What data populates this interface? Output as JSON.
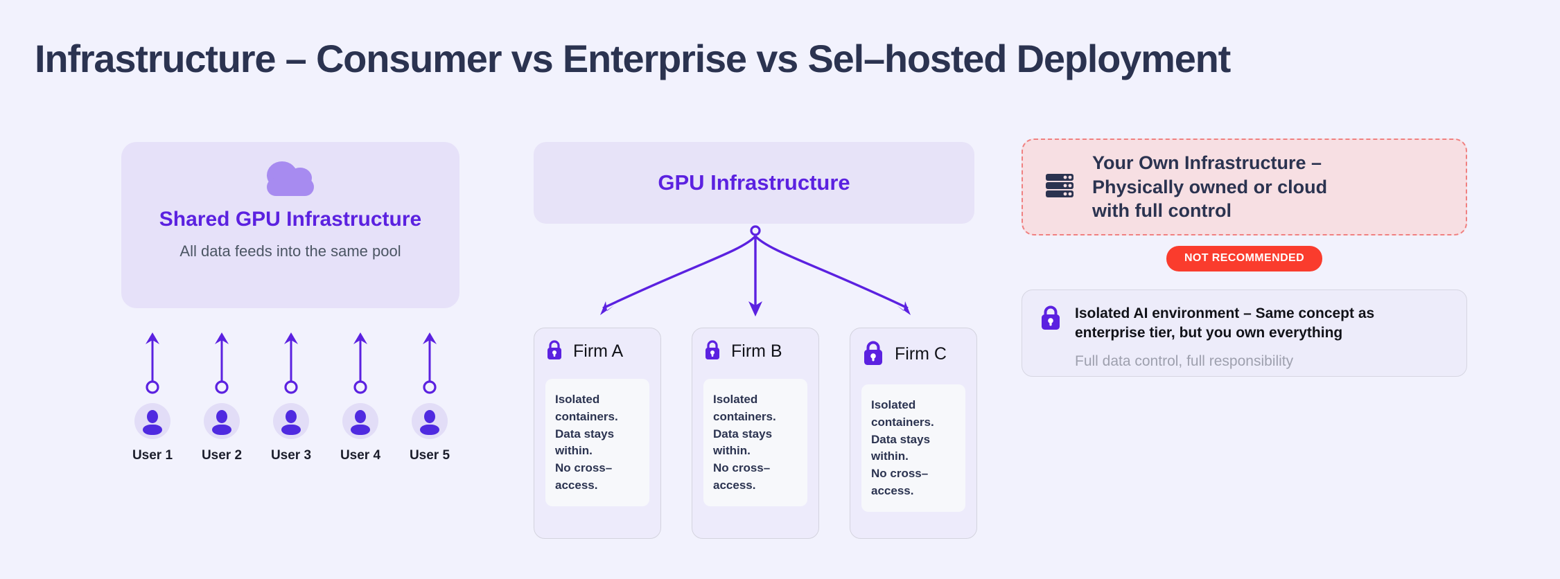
{
  "title": "Infrastructure – Consumer vs Enterprise vs Sel–hosted Deployment",
  "colors": {
    "page_background": "#f2f2fd",
    "title_text": "#2b3350",
    "accent_purple": "#5b21e0",
    "arrow_purple": "#5b21e0",
    "shared_card_bg": "#e6e1f9",
    "gpu_card_bg": "#e7e3f8",
    "firm_card_bg": "#edebfb",
    "firm_inner_bg": "#f7f8fb",
    "own_card_bg": "#f7dfe3",
    "own_card_border": "#f08080",
    "badge_bg": "#fa3c2d",
    "badge_text": "#ffffff",
    "muted_text": "#9ea0ae"
  },
  "consumer": {
    "icon": "cloud-icon",
    "card_title": "Shared GPU Infrastructure",
    "card_subtitle": "All data feeds into the same pool",
    "users": [
      {
        "label": "User 1",
        "icon": "user-avatar-icon"
      },
      {
        "label": "User 2",
        "icon": "user-avatar-icon"
      },
      {
        "label": "User 3",
        "icon": "user-avatar-icon"
      },
      {
        "label": "User 4",
        "icon": "user-avatar-icon"
      },
      {
        "label": "User 5",
        "icon": "user-avatar-icon"
      }
    ]
  },
  "enterprise": {
    "header": "GPU Infrastructure",
    "firms": [
      {
        "name": "Firm A",
        "icon": "lock-icon",
        "detail": "Isolated\ncontainers.\nData stays\nwithin.\nNo cross–\naccess."
      },
      {
        "name": "Firm B",
        "icon": "lock-icon",
        "detail": "Isolated\ncontainers.\nData stays\nwithin.\nNo cross–\naccess."
      },
      {
        "name": "Firm C",
        "icon": "lock-icon",
        "detail": "Isolated\ncontainers.\nData stays\nwithin.\nNo cross–\naccess."
      }
    ]
  },
  "self_hosted": {
    "icon": "server-rack-icon",
    "own_title": "Your Own Infrastructure –\nPhysically owned or cloud\nwith full control",
    "badge": "NOT RECOMMENDED",
    "isolated": {
      "icon": "lock-icon",
      "title": "Isolated AI environment – Same concept as\nenterprise tier, but you own everything",
      "subtitle": "Full data control, full responsibility"
    }
  }
}
